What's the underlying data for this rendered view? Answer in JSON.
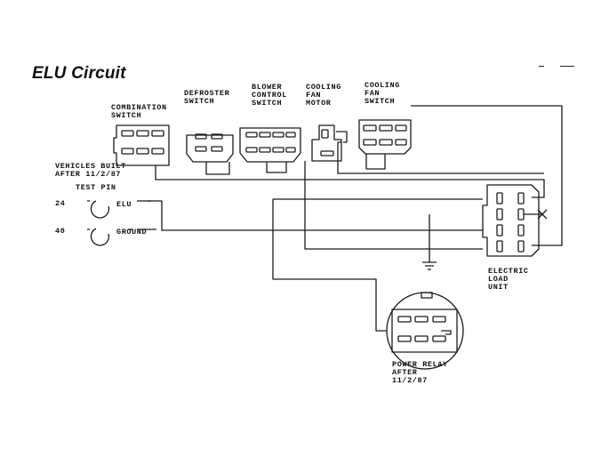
{
  "title": "ELU Circuit",
  "components": {
    "combination_switch": [
      "COMBINATION",
      "SWITCH"
    ],
    "defroster_switch": [
      "DEFROSTER",
      "SWITCH"
    ],
    "blower_control_switch": [
      "BLOWER",
      "CONTROL",
      "SWITCH"
    ],
    "cooling_fan_motor": [
      "COOLING",
      "FAN",
      "MOTOR"
    ],
    "cooling_fan_switch": [
      "COOLING",
      "FAN",
      "SWITCH"
    ],
    "electric_load_unit": [
      "ELECTRIC",
      "LOAD",
      "UNIT"
    ],
    "power_relay": [
      "POWER RELAY",
      "AFTER",
      "11/2/87"
    ]
  },
  "vehicle_note": [
    "VEHICLES BUILT",
    "AFTER 11/2/87"
  ],
  "test_pin": {
    "heading": "TEST PIN",
    "pins": [
      {
        "number": "24",
        "label": "ELU"
      },
      {
        "number": "40",
        "label": "GROUND"
      }
    ]
  }
}
